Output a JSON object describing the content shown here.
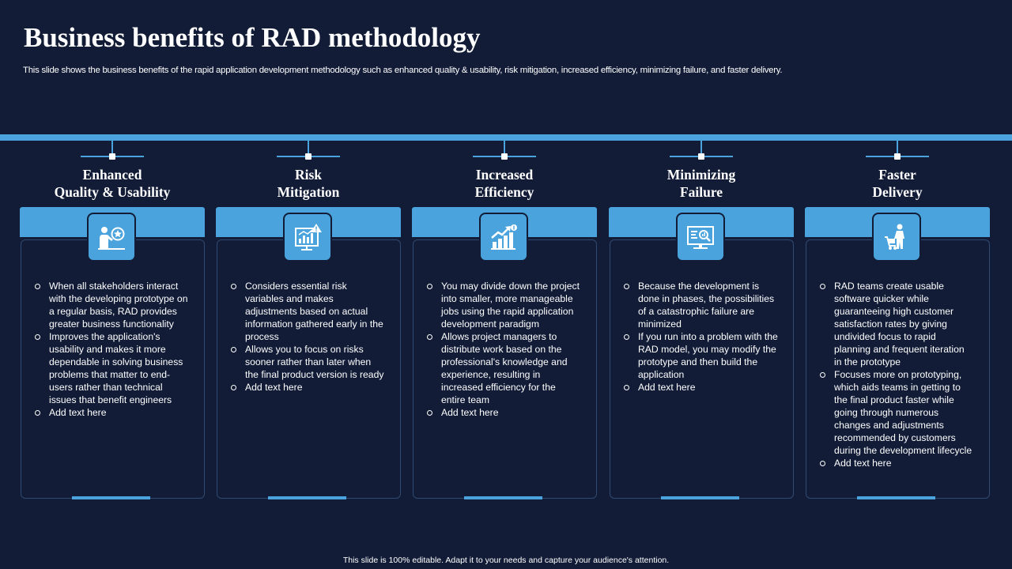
{
  "slide": {
    "title": "Business benefits of RAD methodology",
    "subtitle": "This slide shows the business benefits of the rapid application development methodology such as enhanced quality & usability, risk mitigation, increased efficiency, minimizing failure, and faster delivery.",
    "footer": "This slide is 100% editable.  Adapt it to your needs and capture your audience's attention."
  },
  "colors": {
    "background": "#121c37",
    "accent": "#4aa3dc",
    "text": "#ffffff"
  },
  "columns": [
    {
      "heading_line1": "Enhanced",
      "heading_line2": "Quality & Usability",
      "icon": "presenter-quality-icon",
      "bullets": [
        "When all stakeholders interact with the developing prototype on a regular basis, RAD provides greater business functionality",
        "Improves the application's usability and makes it more dependable in solving business problems that matter to end-users rather than technical issues that benefit engineers",
        "Add text here"
      ]
    },
    {
      "heading_line1": "Risk",
      "heading_line2": "Mitigation",
      "icon": "risk-chart-icon",
      "bullets": [
        "Considers essential risk variables and makes adjustments based on actual information gathered early in the process",
        "Allows you to focus on risks sooner rather than later when the final product version is ready",
        "Add text here"
      ]
    },
    {
      "heading_line1": "Increased",
      "heading_line2": "Efficiency",
      "icon": "growth-chart-icon",
      "bullets": [
        "You may divide down the project into smaller, more manageable jobs using the rapid application development paradigm",
        "Allows project managers to distribute work based on the professional's knowledge and experience, resulting in increased efficiency for the entire team",
        "Add text here"
      ]
    },
    {
      "heading_line1": "Minimizing",
      "heading_line2": "Failure",
      "icon": "monitor-analysis-icon",
      "bullets": [
        "Because the development  is done in phases, the possibilities of a catastrophic failure are minimized",
        "If you run into a problem with the RAD model, you may modify the prototype and then build the application",
        "Add text here"
      ]
    },
    {
      "heading_line1": "Faster",
      "heading_line2": "Delivery",
      "icon": "delivery-cart-icon",
      "bullets": [
        "RAD teams create usable software quicker while guaranteeing high customer satisfaction rates by giving undivided focus to rapid planning and frequent iteration in the prototype",
        "Focuses more on prototyping, which aids teams in getting to the final product faster while going through numerous changes and adjustments recommended by customers during the development lifecycle",
        "Add text here"
      ]
    }
  ]
}
